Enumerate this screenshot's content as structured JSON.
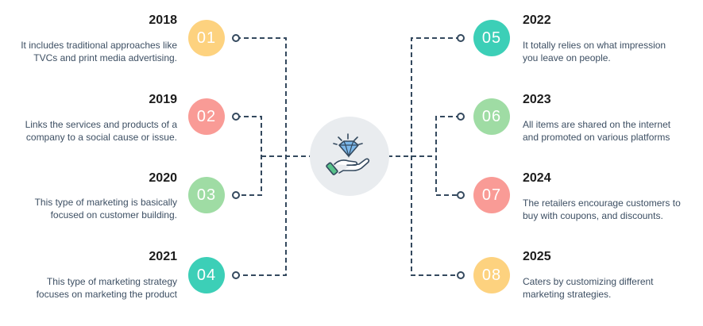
{
  "items": [
    {
      "num": "01",
      "year": "2018",
      "desc": "It includes traditional approaches like TVCs and print media advertising.",
      "color": "#fdd27f"
    },
    {
      "num": "02",
      "year": "2019",
      "desc": "Links the services and products of a company to a social cause or issue.",
      "color": "#f99b96"
    },
    {
      "num": "03",
      "year": "2020",
      "desc": "This type of marketing is basically focused on customer building.",
      "color": "#9fdca4"
    },
    {
      "num": "04",
      "year": "2021",
      "desc": "This type of marketing strategy focuses on marketing the product",
      "color": "#3ccfb7"
    },
    {
      "num": "05",
      "year": "2022",
      "desc": "It totally relies on what impression you leave on people.",
      "color": "#3ccfb7"
    },
    {
      "num": "06",
      "year": "2023",
      "desc": "All items are shared on the internet and promoted on various platforms",
      "color": "#9fdca4"
    },
    {
      "num": "07",
      "year": "2024",
      "desc": "The retailers encourage customers to buy with coupons, and discounts.",
      "color": "#f99b96"
    },
    {
      "num": "08",
      "year": "2025",
      "desc": "Caters by customizing different marketing strategies.",
      "color": "#fdd27f"
    }
  ],
  "colors": {
    "line": "#34495e",
    "hub": "#e9ecef"
  },
  "icons": {
    "hub": "diamond-in-hand-icon"
  }
}
